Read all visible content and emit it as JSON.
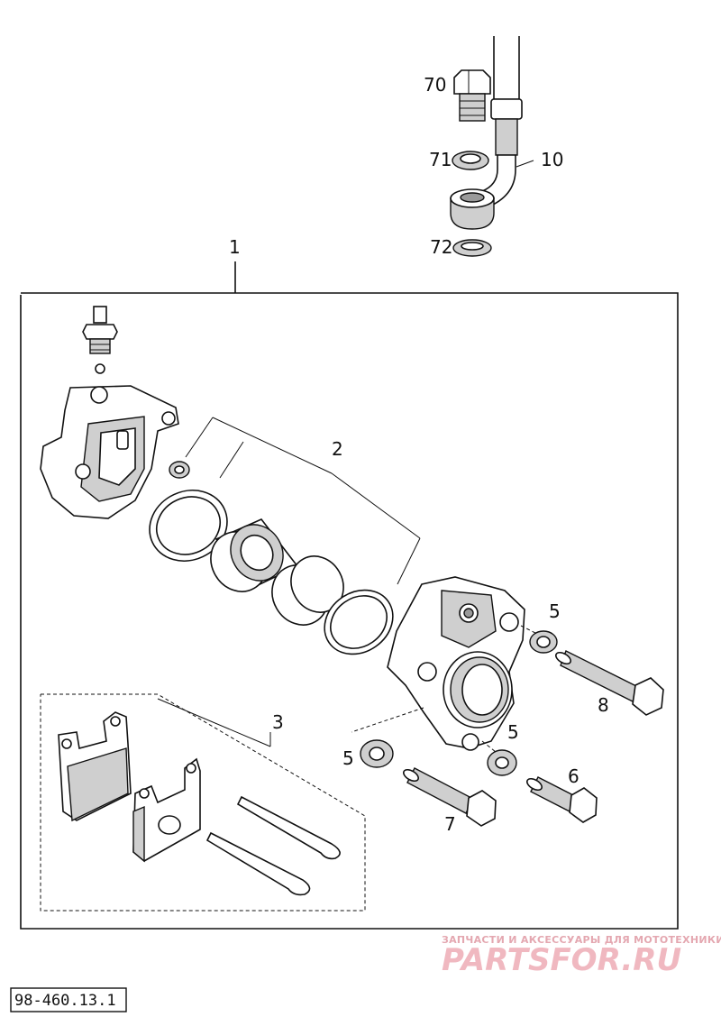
{
  "callouts": {
    "p70": "70",
    "p71": "71",
    "p10": "10",
    "p72": "72",
    "p1": "1",
    "p2": "2",
    "p3": "3",
    "p5a": "5",
    "p5b": "5",
    "p5c": "5",
    "p6": "6",
    "p7": "7",
    "p8": "8"
  },
  "diagram_code": "98-460.13.1",
  "watermark": {
    "tagline": "ЗАПЧАСТИ И АКСЕССУАРЫ ДЛЯ МОТОТЕХНИКИ",
    "brand": "PARTSFOR.RU"
  }
}
